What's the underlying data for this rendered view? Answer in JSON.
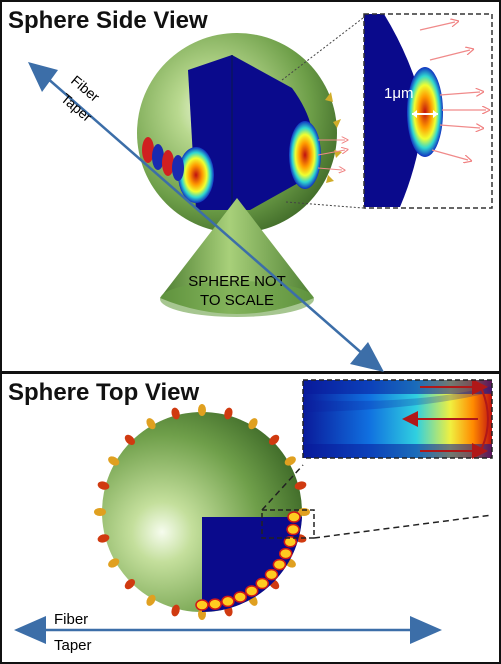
{
  "top_panel": {
    "title": "Sphere Side View",
    "fiber_label_line1": "Fiber",
    "fiber_label_line2": "Taper",
    "scale_note_line1": "SPHERE NOT",
    "scale_note_line2": "TO SCALE",
    "inset_scale": "1μm"
  },
  "bottom_panel": {
    "title": "Sphere Top View",
    "fiber_label_line1": "Fiber",
    "fiber_label_line2": "Taper"
  },
  "colors": {
    "sphere_green": "#7fb257",
    "mode_blue": "#0a0a8c",
    "fiber_line": "#3c6ea8",
    "arrow_red": "#b01818"
  }
}
